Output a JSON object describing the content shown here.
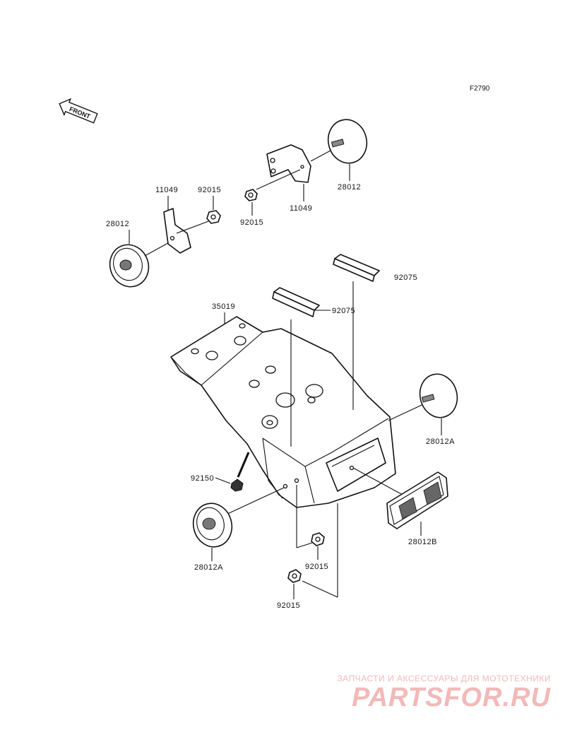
{
  "figure_code": "F2790",
  "front_label": "FRONT",
  "labels": {
    "l_11049_left": "11049",
    "l_92015_left": "92015",
    "l_28012_left": "28012",
    "l_92015_top": "92015",
    "l_11049_top": "11049",
    "l_28012_top": "28012",
    "l_92075_top": "92075",
    "l_92075_mid": "92075",
    "l_35019": "35019",
    "l_28012A_right": "28012A",
    "l_92150": "92150",
    "l_28012B": "28012B",
    "l_28012A_left": "28012A",
    "l_92015_bot1": "92015",
    "l_92015_bot2": "92015"
  },
  "watermark": {
    "tagline": "ЗАПЧАСТИ И АКСЕССУАРЫ ДЛЯ МОТОТЕХНИКИ",
    "logo": "PARTSFOR.RU",
    "color": "#f2b9b9"
  }
}
